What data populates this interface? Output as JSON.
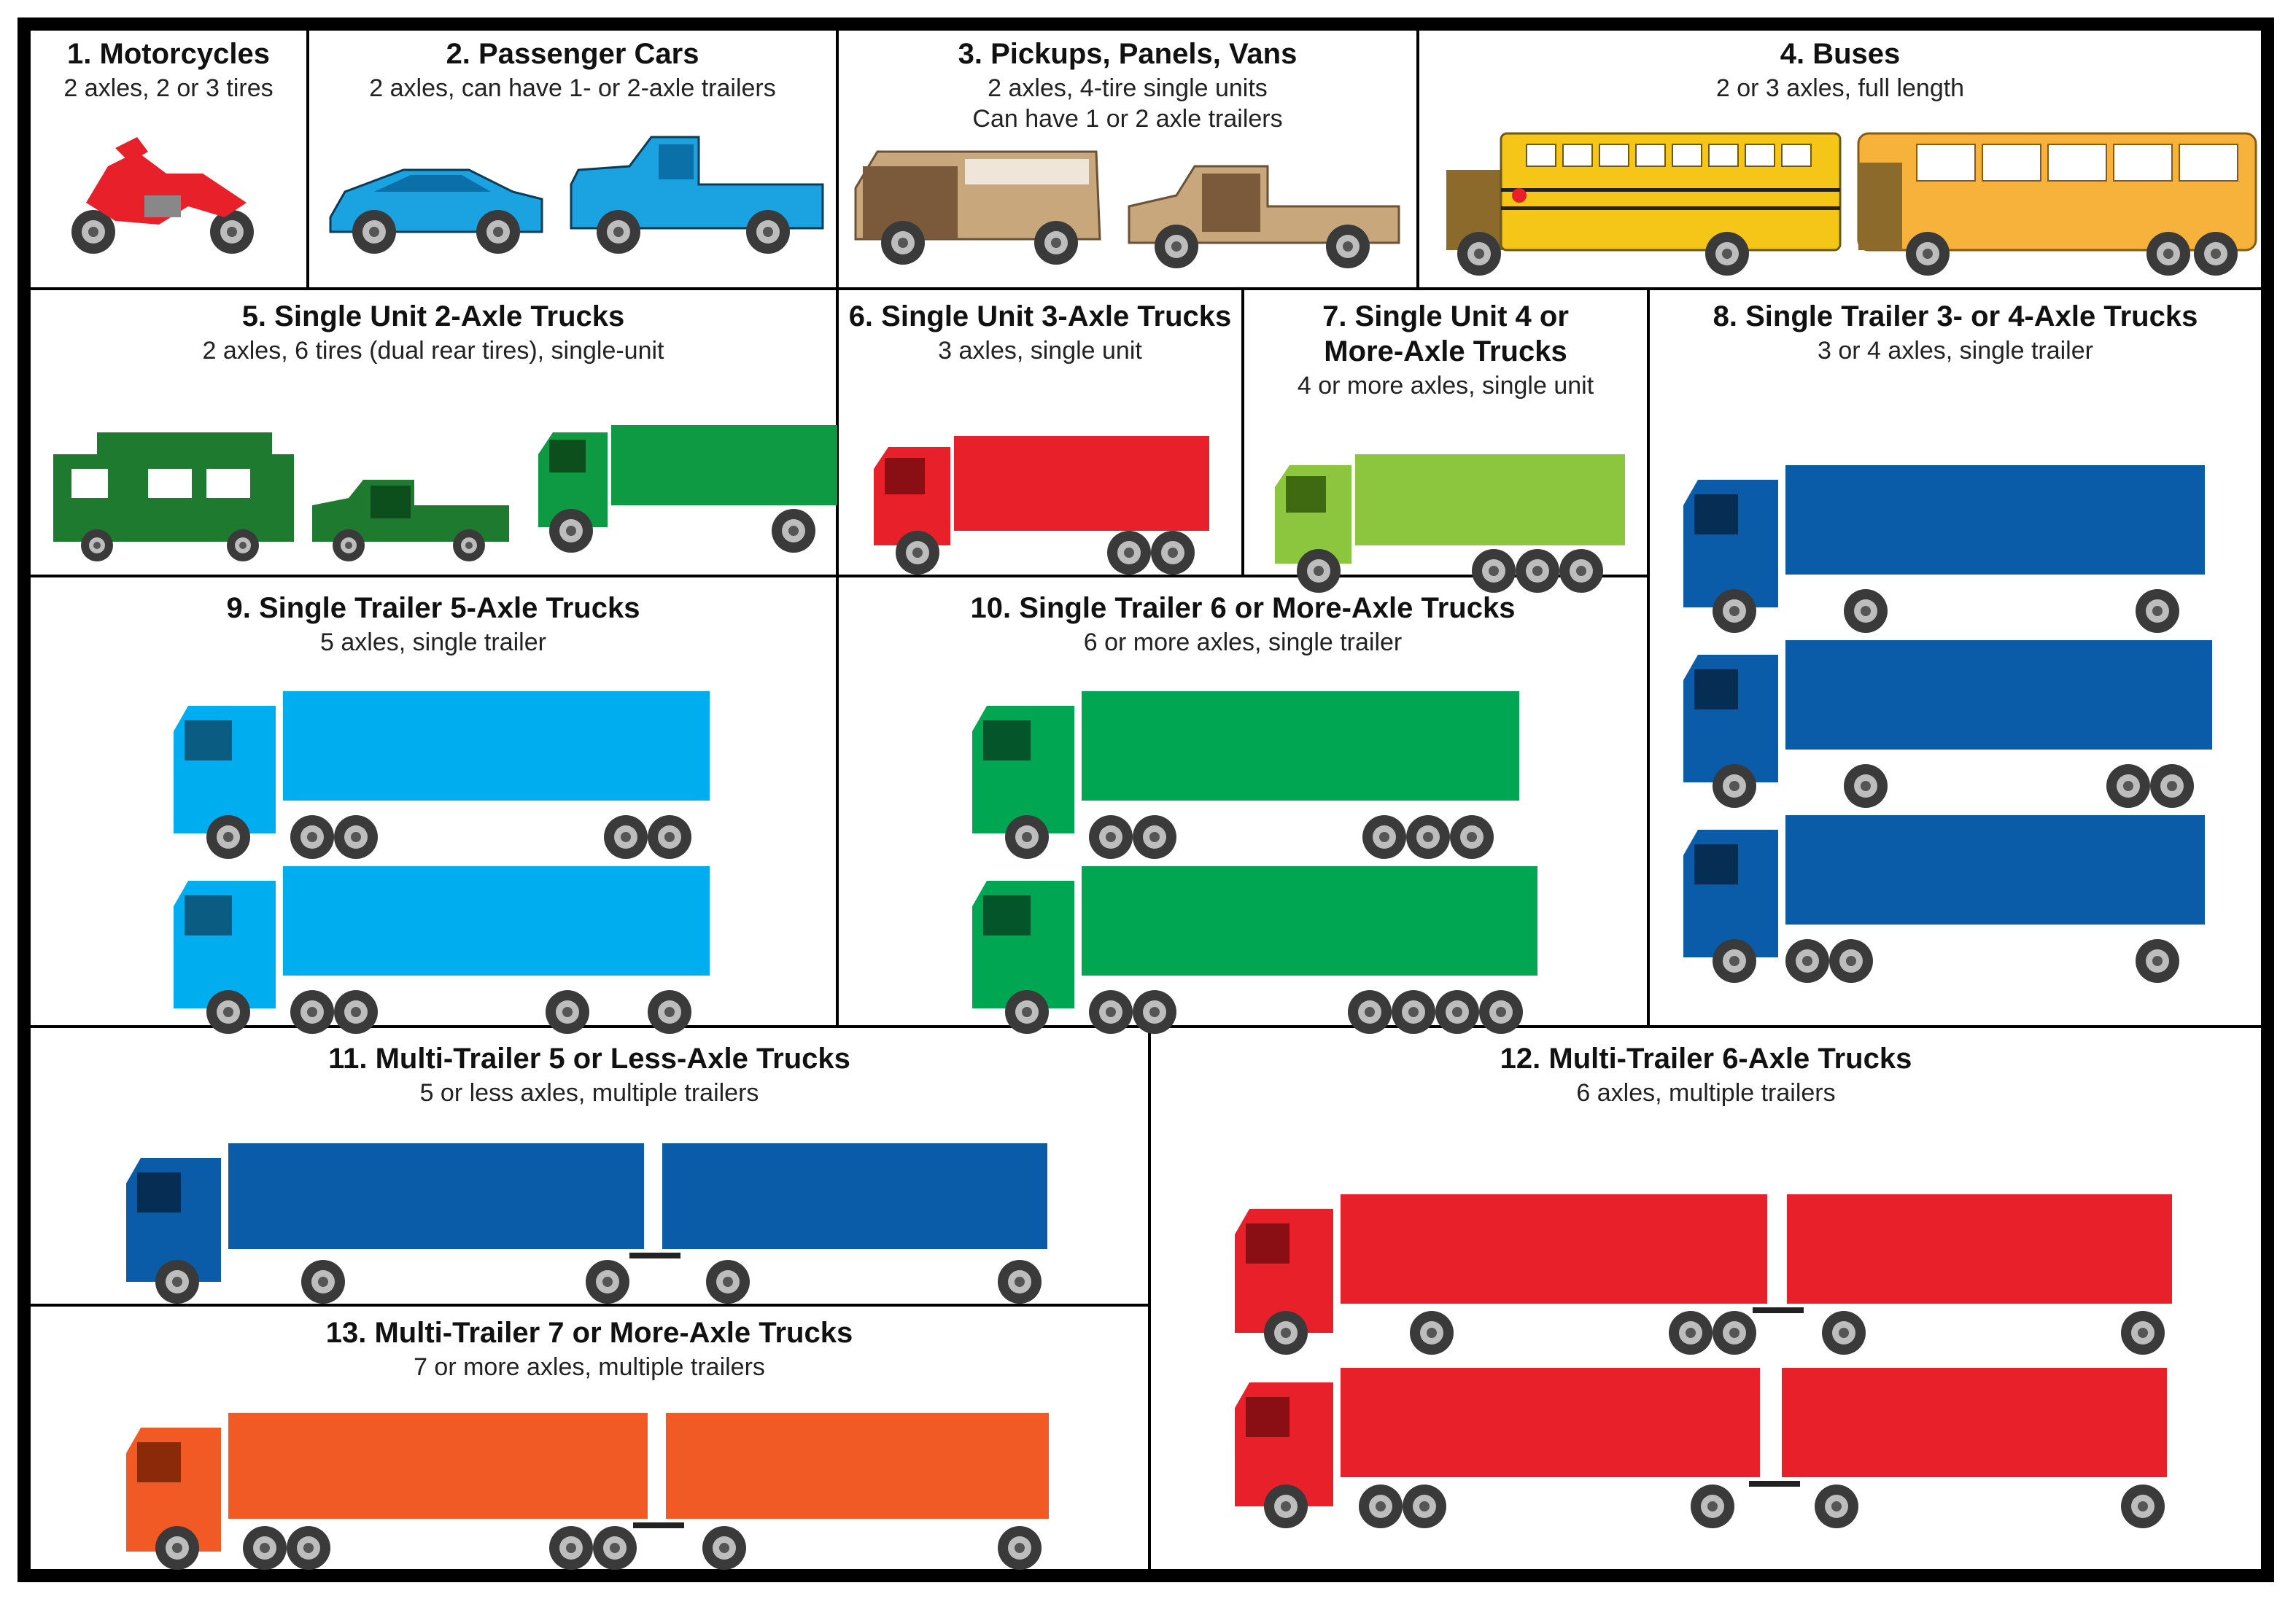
{
  "colors": {
    "motorcycle": "#E8202A",
    "car_blue": "#1AA3E0",
    "van_tan": "#C9A77C",
    "bus_yellow": "#F5C518",
    "bus_orange": "#F7B23B",
    "camper_green": "#1E7A2E",
    "truck_green": "#0E9A43",
    "red": "#E8202A",
    "lime": "#8CC63F",
    "blue": "#0B5CA8",
    "sky": "#00AEEF",
    "green": "#00A651",
    "orange": "#F15A24"
  },
  "classes": [
    {
      "title": "1. Motorcycles",
      "sub": [
        "2 axles, 2 or 3 tires"
      ],
      "icon": "motorcycle-icon"
    },
    {
      "title": "2. Passenger Cars",
      "sub": [
        "2 axles, can have 1- or 2-axle trailers"
      ],
      "icon": "car-icon"
    },
    {
      "title": "3. Pickups, Panels, Vans",
      "sub": [
        "2 axles, 4-tire single units",
        "Can have 1 or 2 axle trailers"
      ],
      "icon": "van-icon"
    },
    {
      "title": "4. Buses",
      "sub": [
        "2 or 3 axles, full length"
      ],
      "icon": "bus-icon"
    },
    {
      "title": "5. Single Unit 2-Axle Trucks",
      "sub": [
        "2 axles, 6 tires (dual rear tires), single-unit"
      ],
      "icon": "truck-icon"
    },
    {
      "title": "6. Single Unit 3-Axle Trucks",
      "sub": [
        "3 axles, single unit"
      ],
      "icon": "truck-icon"
    },
    {
      "title": [
        "7. Single Unit 4 or",
        "More-Axle Trucks"
      ],
      "sub": [
        "4 or more axles, single unit"
      ],
      "icon": "truck-icon"
    },
    {
      "title": "8. Single Trailer 3- or 4-Axle Trucks",
      "sub": [
        "3 or 4 axles, single trailer"
      ],
      "icon": "semi-truck-icon"
    },
    {
      "title": "9. Single Trailer 5-Axle Trucks",
      "sub": [
        "5 axles, single trailer"
      ],
      "icon": "semi-truck-icon"
    },
    {
      "title": "10. Single Trailer 6 or More-Axle Trucks",
      "sub": [
        "6 or more axles, single trailer"
      ],
      "icon": "semi-truck-icon"
    },
    {
      "title": "11. Multi-Trailer 5 or Less-Axle Trucks",
      "sub": [
        "5 or less axles, multiple trailers"
      ],
      "icon": "double-trailer-truck-icon"
    },
    {
      "title": "12. Multi-Trailer 6-Axle Trucks",
      "sub": [
        "6 axles, multiple trailers"
      ],
      "icon": "double-trailer-truck-icon"
    },
    {
      "title": "13. Multi-Trailer 7 or More-Axle Trucks",
      "sub": [
        "7 or more axles, multiple trailers"
      ],
      "icon": "double-trailer-truck-icon"
    }
  ]
}
